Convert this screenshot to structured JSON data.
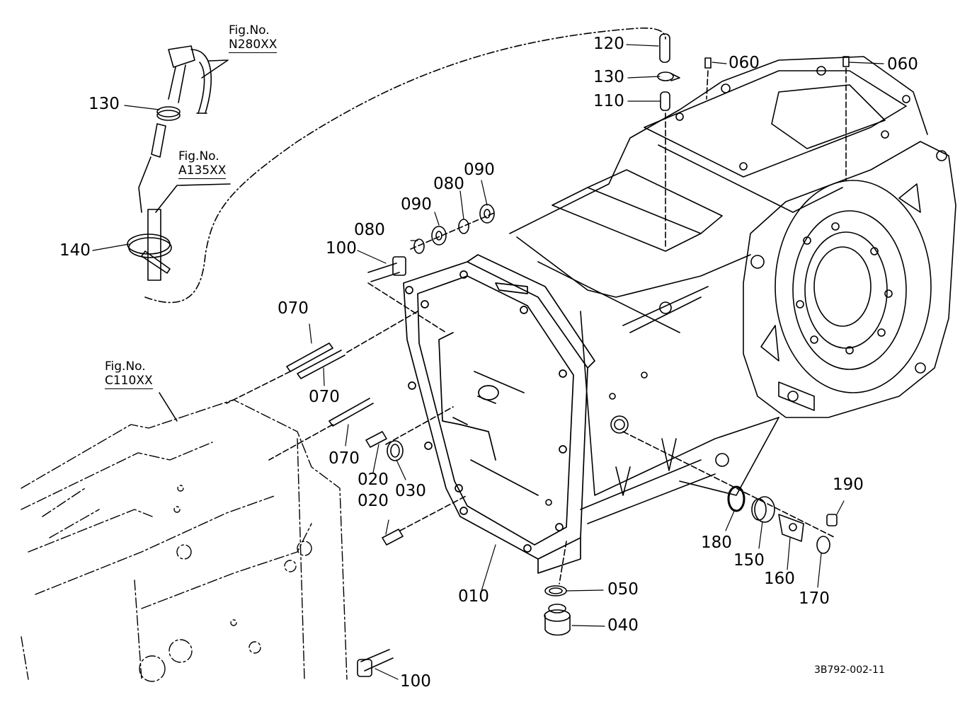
{
  "parts": {
    "p120": "120",
    "p130_top": "130",
    "p110": "110",
    "p060_a": "060",
    "p060_b": "060",
    "p130_left": "130",
    "p140": "140",
    "p090_upper": "090",
    "p080_upper": "080",
    "p090_lower": "090",
    "p080_lower": "080",
    "p100_upper": "100",
    "p070_a": "070",
    "p070_b": "070",
    "p070_c": "070",
    "p020_a": "020",
    "p030": "030",
    "p020_b": "020",
    "p010": "010",
    "p050": "050",
    "p040": "040",
    "p100_lower": "100",
    "p190": "190",
    "p180": "180",
    "p150": "150",
    "p160": "160",
    "p170": "170"
  },
  "figure_refs": {
    "n280": {
      "label": "Fig.No.",
      "code": "N280XX"
    },
    "a135": {
      "label": "Fig.No.",
      "code": "A135XX"
    },
    "c110": {
      "label": "Fig.No.",
      "code": "C110XX"
    }
  },
  "drawing_number": "3B792-002-11",
  "colors": {
    "ink": "#000000",
    "paper": "#ffffff"
  }
}
